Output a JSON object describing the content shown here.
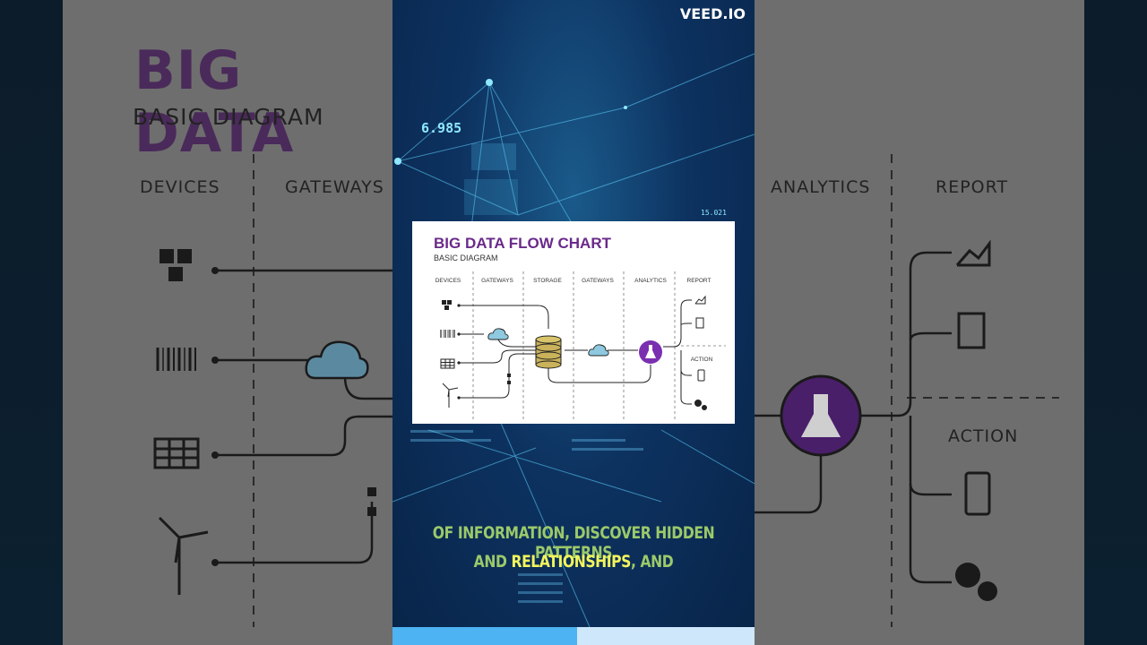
{
  "watermark": "VEED.IO",
  "slide": {
    "title": "BIG DATA FLOW CHART",
    "subtitle": "BASIC DIAGRAM",
    "columns": [
      "DEVICES",
      "GATEWAYS",
      "STORAGE",
      "GATEWAYS",
      "ANALYTICS",
      "REPORT"
    ],
    "action_label": "ACTION"
  },
  "background_left": {
    "title": "BIG DATA",
    "subtitle": "BASIC DIAGRAM",
    "columns": [
      "DEVICES",
      "GATEWAYS"
    ]
  },
  "background_right": {
    "columns": [
      "ANALYTICS",
      "REPORT"
    ],
    "action_label": "ACTION"
  },
  "backdrop_number": "6.985",
  "backdrop_small_number": "15.021",
  "caption": {
    "line1": "OF INFORMATION, DISCOVER HIDDEN PATTERNS",
    "line2_pre": "AND ",
    "line2_highlight": "RELATIONSHIPS",
    "line2_post": ", AND"
  },
  "progress": {
    "fraction": 0.51
  },
  "colors": {
    "title_purple": "#6a2a8a",
    "storage_gold": "#c9b25a",
    "cloud_blue": "#8ec9e0",
    "analytics_purple": "#7a2fb0"
  }
}
